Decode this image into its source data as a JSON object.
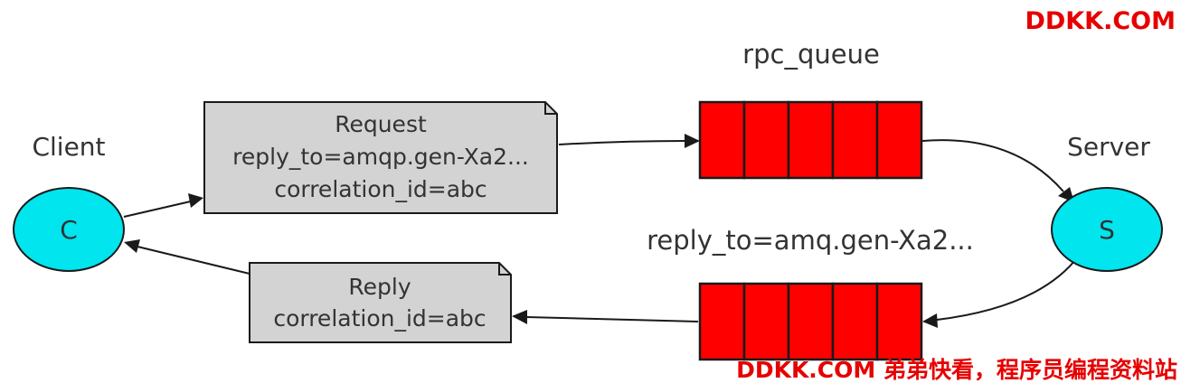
{
  "client": {
    "label": "Client",
    "symbol": "C"
  },
  "server": {
    "label": "Server",
    "symbol": "S"
  },
  "request_queue": {
    "label": "rpc_queue",
    "cells": 5
  },
  "reply_queue": {
    "label": "reply_to=amq.gen-Xa2...",
    "cells": 5
  },
  "request_message": {
    "lines": [
      "Request",
      "reply_to=amqp.gen-Xa2...",
      "correlation_id=abc"
    ]
  },
  "reply_message": {
    "lines": [
      "Reply",
      "correlation_id=abc"
    ]
  },
  "watermarks": {
    "top": "DDKK.COM",
    "bottom": "DDKK.COM 弟弟快看，程序员编程资料站"
  },
  "colors": {
    "node_fill": "#00e5ee",
    "queue_cell": "#ff0000",
    "message_fill": "#d3d3d3",
    "watermark": "#e60000"
  }
}
